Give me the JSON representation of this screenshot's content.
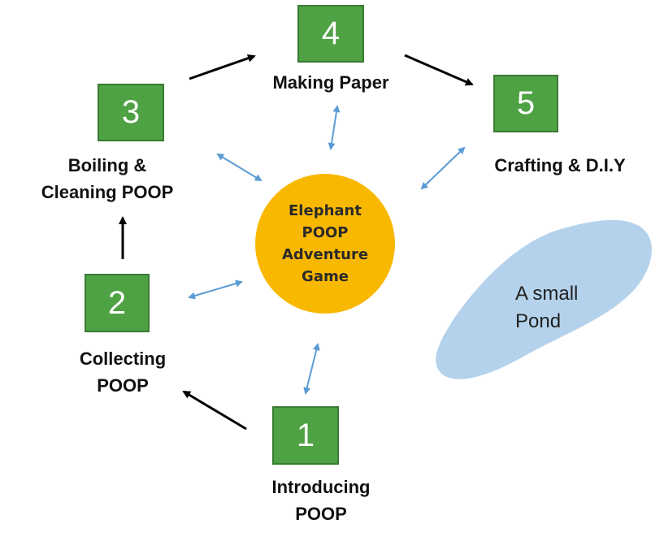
{
  "colors": {
    "box_fill": "#4ea244",
    "circle_fill": "#f9b800",
    "pond_fill": "#b4d2eb",
    "arrow_black": "#000000",
    "arrow_blue": "#5b9bd5"
  },
  "center": {
    "lines": [
      "Elephant",
      "POOP",
      "Adventure",
      "Game"
    ]
  },
  "steps": [
    {
      "number": "1",
      "label_lines": [
        "Introducing",
        "POOP"
      ]
    },
    {
      "number": "2",
      "label_lines": [
        "Collecting",
        "POOP"
      ]
    },
    {
      "number": "3",
      "label_lines": [
        "Boiling &",
        "Cleaning POOP"
      ]
    },
    {
      "number": "4",
      "label_lines": [
        "Making Paper"
      ]
    },
    {
      "number": "5",
      "label_lines": [
        "Crafting & D.I.Y"
      ]
    }
  ],
  "pond": {
    "lines": [
      "A small",
      "Pond"
    ]
  }
}
